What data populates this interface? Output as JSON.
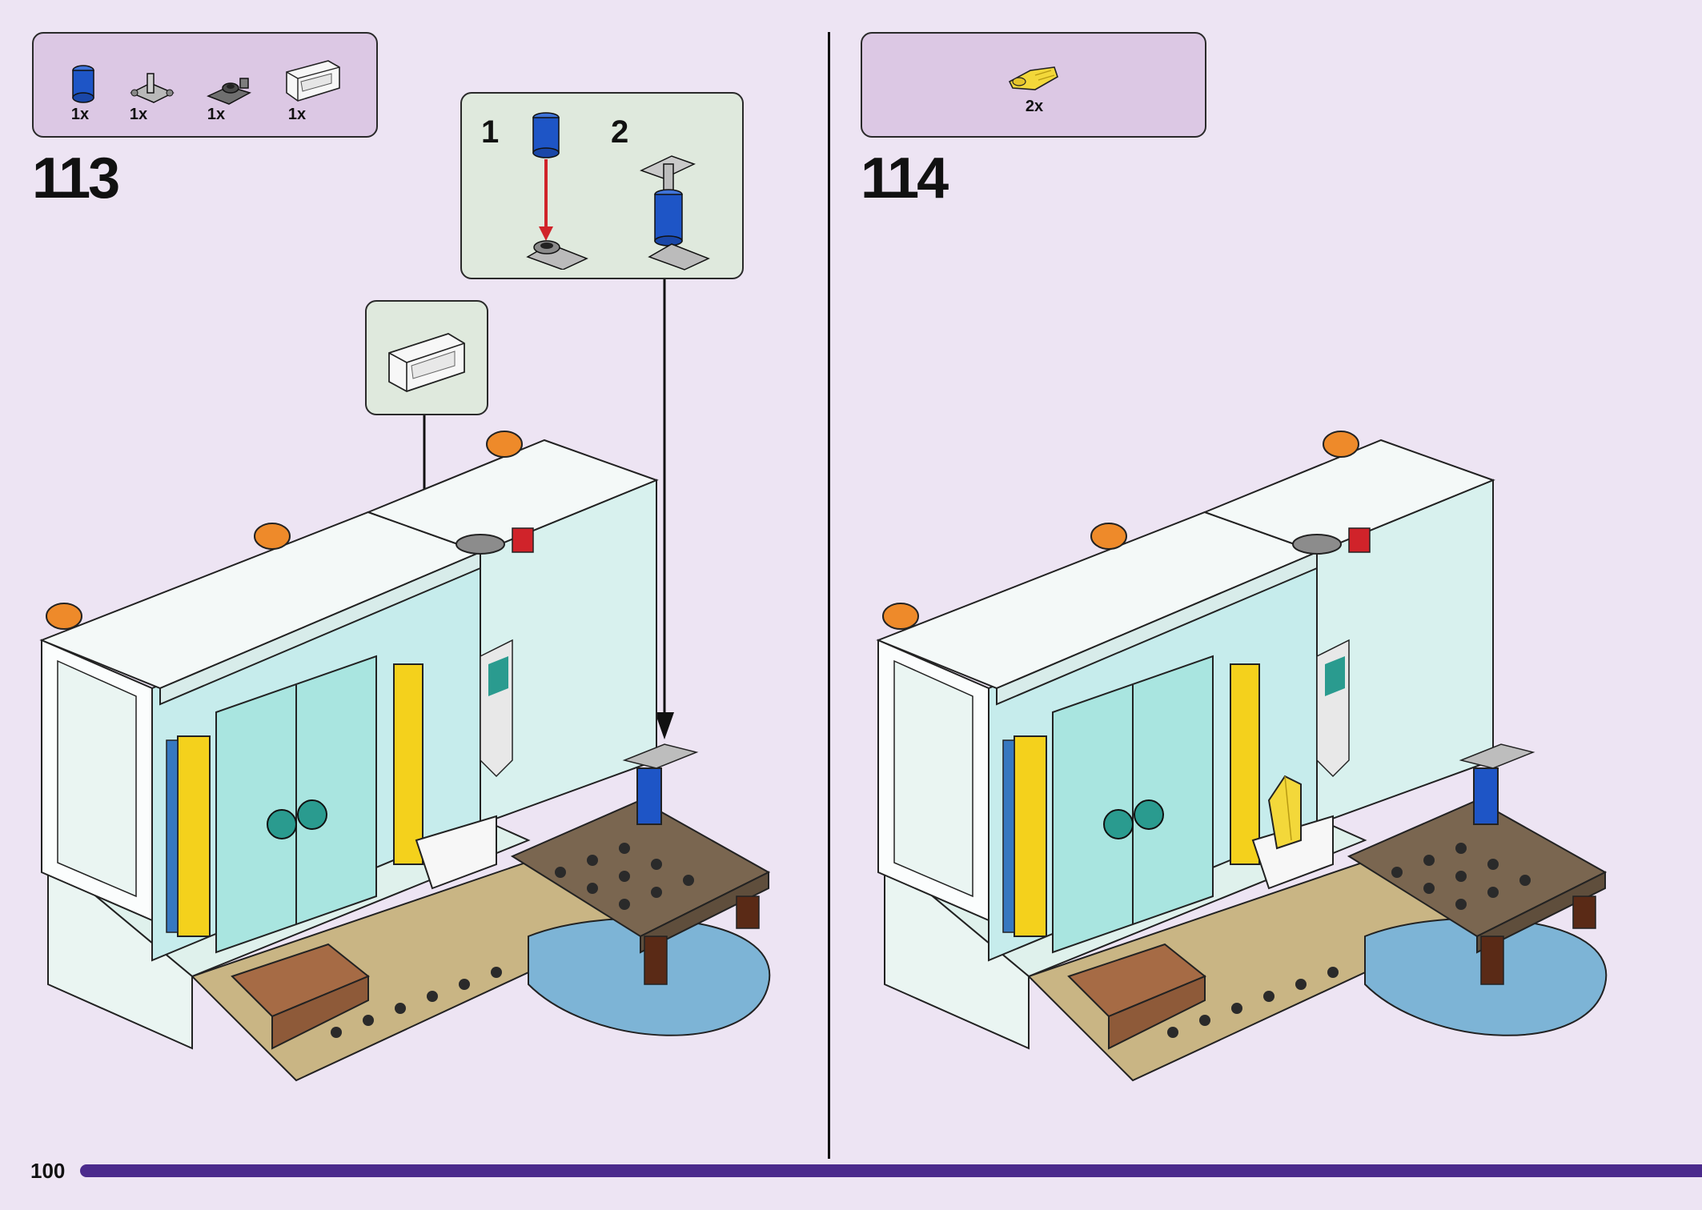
{
  "page": {
    "number": "100"
  },
  "step113": {
    "number": "113",
    "parts": [
      {
        "qty": "1x",
        "name": "blue-round-brick-icon"
      },
      {
        "qty": "1x",
        "name": "gray-bar-connector-icon"
      },
      {
        "qty": "1x",
        "name": "dark-clip-plate-icon"
      },
      {
        "qty": "1x",
        "name": "white-bracket-icon"
      }
    ],
    "callout": {
      "sub1": "1",
      "sub2": "2"
    }
  },
  "step114": {
    "number": "114",
    "parts": [
      {
        "qty": "2x",
        "name": "yellow-crystal-icon"
      }
    ]
  },
  "colors": {
    "background": "#ede4f3",
    "parts_box": "#dcc8e4",
    "callout": "#dfe9dd",
    "page_bar": "#4b2a8c"
  }
}
